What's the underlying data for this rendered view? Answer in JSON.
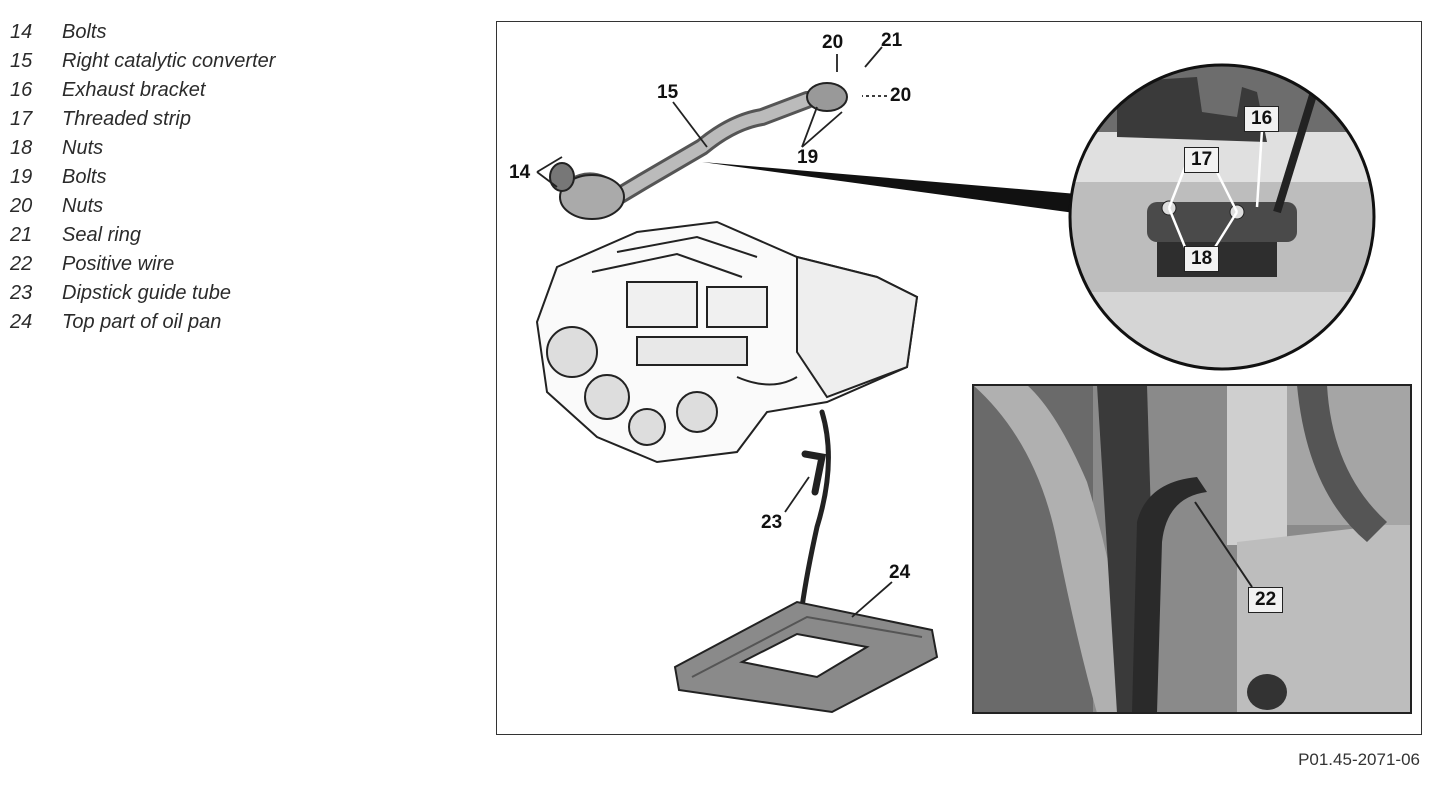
{
  "legend": [
    {
      "num": "14",
      "text": "Bolts"
    },
    {
      "num": "15",
      "text": "Right catalytic converter"
    },
    {
      "num": "16",
      "text": "Exhaust bracket"
    },
    {
      "num": "17",
      "text": "Threaded strip"
    },
    {
      "num": "18",
      "text": "Nuts"
    },
    {
      "num": "19",
      "text": "Bolts"
    },
    {
      "num": "20",
      "text": "Nuts"
    },
    {
      "num": "21",
      "text": "Seal ring"
    },
    {
      "num": "22",
      "text": "Positive wire"
    },
    {
      "num": "23",
      "text": "Dipstick guide tube"
    },
    {
      "num": "24",
      "text": "Top part of oil pan"
    }
  ],
  "callouts": {
    "c14": "14",
    "c15": "15",
    "c16": "16",
    "c17": "17",
    "c18": "18",
    "c19": "19",
    "c20a": "20",
    "c20b": "20",
    "c21": "21",
    "c22": "22",
    "c23": "23",
    "c24": "24"
  },
  "figure_code": "P01.45-2071-06",
  "colors": {
    "line": "#222222",
    "photo_dark": "#3a3a3a",
    "photo_mid": "#8a8a8a",
    "photo_light": "#cfcfcf"
  }
}
